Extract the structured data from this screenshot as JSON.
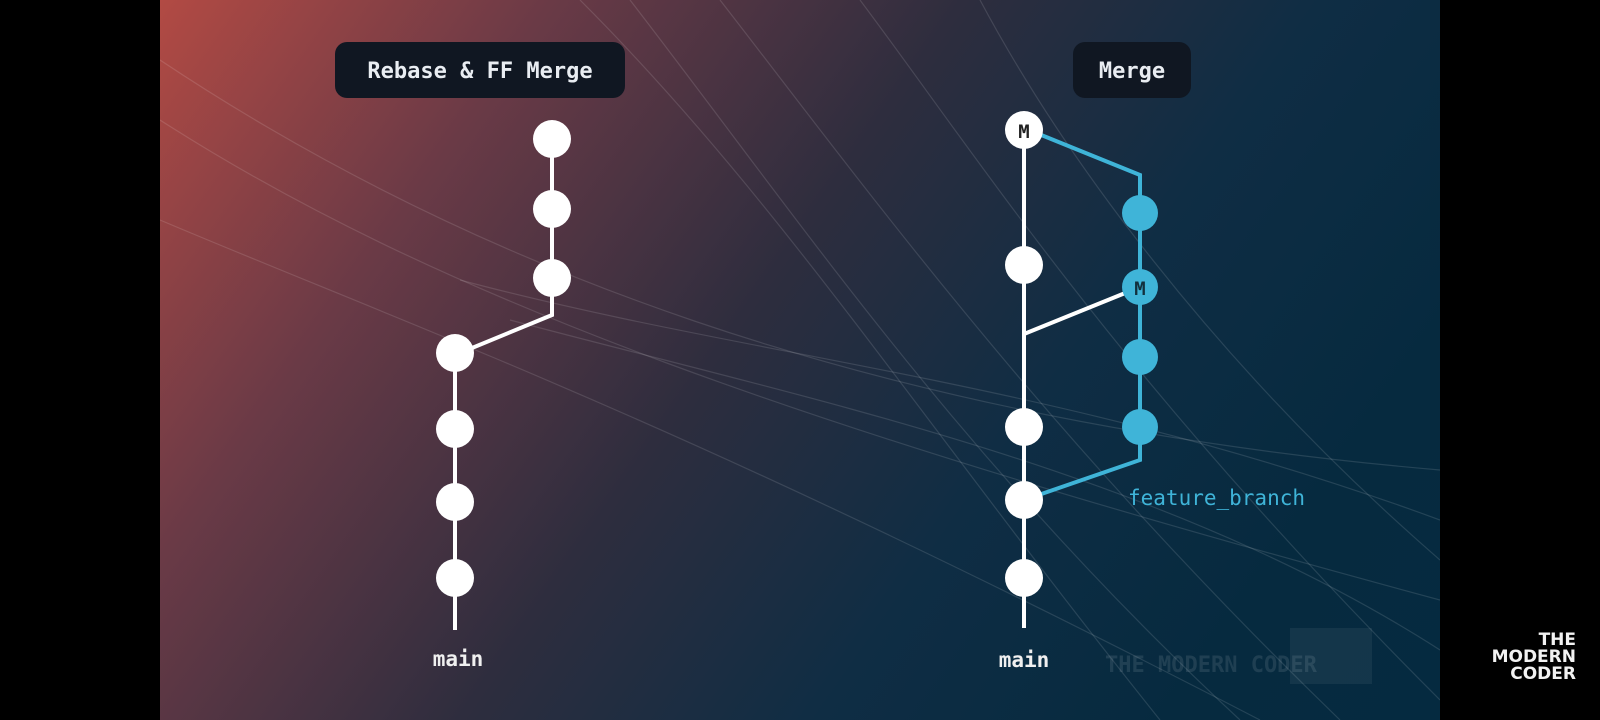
{
  "left_panel": {
    "title": "Rebase & FF Merge",
    "branch_label": "main"
  },
  "right_panel": {
    "title": "Merge",
    "branch_label": "main",
    "feature_label": "feature_branch",
    "merge_marker": "M"
  },
  "watermark": "THE MODERN CODER",
  "logo": {
    "line1": "THE",
    "line2": "MODERN",
    "line3": "CODER"
  },
  "colors": {
    "background_left": "#b24a44",
    "background_right": "#052a40",
    "main_branch": "#ffffff",
    "feature_branch": "#3fb4d8"
  }
}
